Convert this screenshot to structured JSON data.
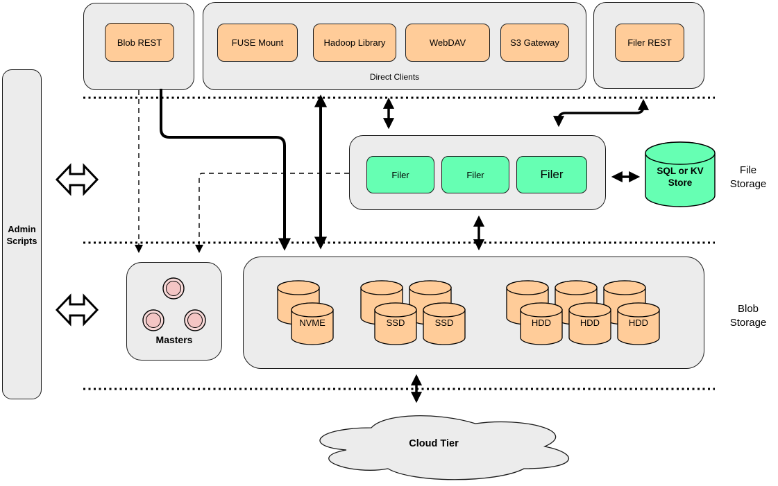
{
  "colors": {
    "node_orange": "#FFCC99",
    "node_green": "#66FFB3",
    "container_gray": "#ECECEC",
    "master_pink": "#F8CECC",
    "stroke": "#000000"
  },
  "admin_scripts": {
    "label": "Admin\nScripts"
  },
  "clients": {
    "blob_rest": "Blob REST",
    "direct": {
      "label": "Direct Clients",
      "items": [
        "FUSE Mount",
        "Hadoop Library",
        "WebDAV",
        "S3 Gateway"
      ]
    },
    "filer_rest": "Filer REST"
  },
  "file_storage": {
    "section_label": "File\nStorage",
    "filers": [
      "Filer",
      "Filer",
      "Filer"
    ],
    "store_label": "SQL or KV\nStore"
  },
  "blob_storage": {
    "section_label": "Blob\nStorage",
    "masters_label": "Masters",
    "volume_labels": [
      "NVME",
      "SSD",
      "SSD",
      "HDD",
      "HDD",
      "HDD"
    ]
  },
  "cloud": {
    "label": "Cloud Tier"
  }
}
